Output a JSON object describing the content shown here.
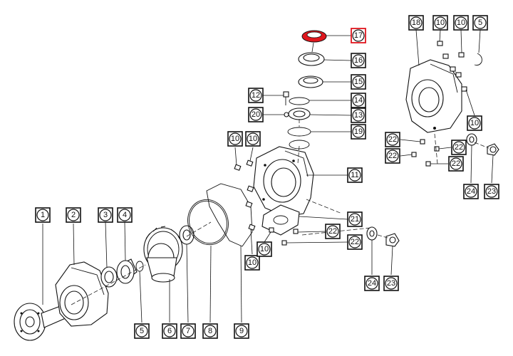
{
  "callouts": {
    "c1": "1",
    "c2": "2",
    "c3": "3",
    "c4": "4",
    "c5a": "5",
    "c6": "6",
    "c7": "7",
    "c8": "8",
    "c9": "9",
    "c10a": "10",
    "c10b": "10",
    "c10c": "10",
    "c10d": "10",
    "c10e": "10",
    "c10f": "10",
    "c10g": "10",
    "c11": "11",
    "c12": "12",
    "c13": "13",
    "c14": "14",
    "c15": "15",
    "c16": "16",
    "c17": "17",
    "c18": "18",
    "c19": "19",
    "c20": "20",
    "c21": "21",
    "c22a": "22",
    "c22b": "22",
    "c22c": "22",
    "c22d": "22",
    "c22e": "22",
    "c22f": "22",
    "c23a": "23",
    "c23b": "23",
    "c24a": "24",
    "c24b": "24",
    "c5b": "5"
  },
  "highlight_color": "#e0161d",
  "line_color": "#111111"
}
